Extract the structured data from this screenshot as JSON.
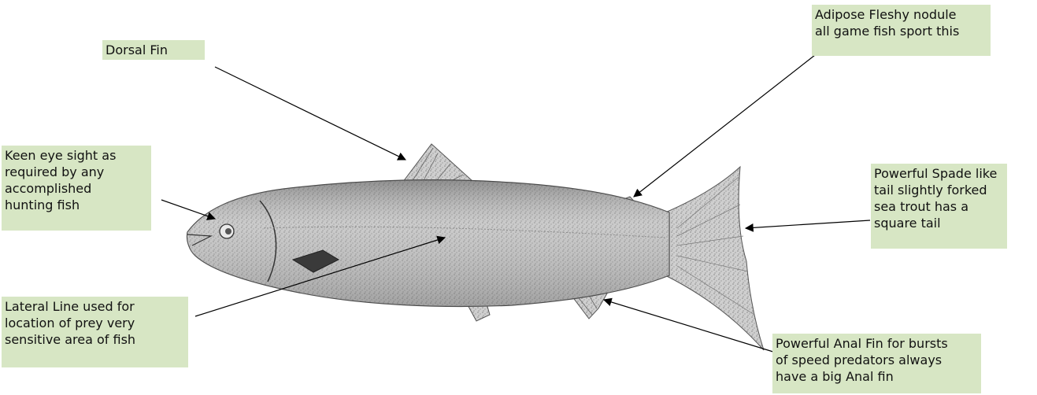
{
  "labels": {
    "dorsal": "Dorsal Fin",
    "adipose": "Adipose Fleshy nodule\nall game fish sport this",
    "eye": "Keen eye sight as\nrequired by any\naccomplished\nhunting fish",
    "tail": "Powerful Spade like\ntail slightly forked\nsea trout has a\nsquare tail",
    "lateral": "Lateral Line used for\nlocation of prey very\nsensitive area of fish",
    "anal": "Powerful Anal Fin for bursts\nof speed predators always\nhave a big Anal fin"
  }
}
